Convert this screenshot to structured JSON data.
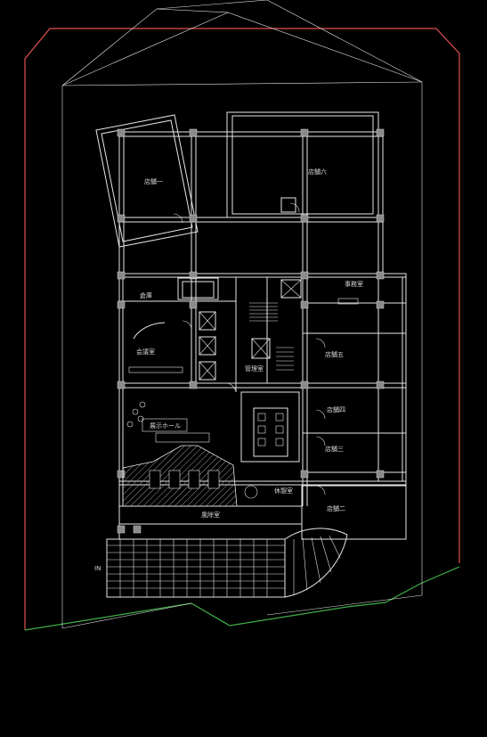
{
  "colors": {
    "background": "#000000",
    "lines": "#e6e6e6",
    "boundary_red": "#e05050",
    "boundary_green": "#3fae4a",
    "hatch": "#9a9a9a"
  },
  "plan": {
    "entrance_marker": "IN",
    "rooms": [
      {
        "id": "r1",
        "label": "店舗一"
      },
      {
        "id": "r2",
        "label": "店舗六"
      },
      {
        "id": "r3",
        "label": "事務室"
      },
      {
        "id": "r4",
        "label": "会議室"
      },
      {
        "id": "r5",
        "label": "店舗五"
      },
      {
        "id": "r6",
        "label": "店舗四"
      },
      {
        "id": "r7",
        "label": "店舗三"
      },
      {
        "id": "r8",
        "label": "店舗二"
      },
      {
        "id": "r9",
        "label": "倉庫"
      },
      {
        "id": "r10",
        "label": "管理室"
      },
      {
        "id": "r11",
        "label": "展示ホール"
      },
      {
        "id": "r12",
        "label": "休憩室"
      },
      {
        "id": "r13",
        "label": "風除室"
      }
    ]
  }
}
